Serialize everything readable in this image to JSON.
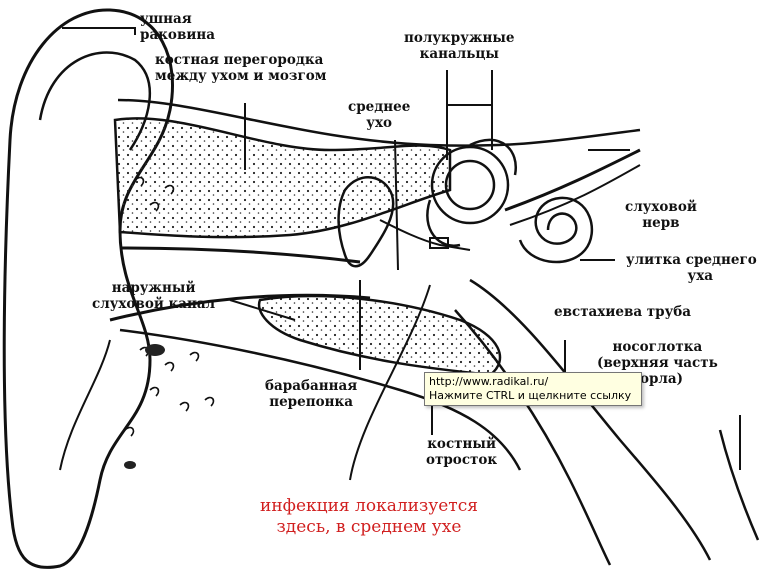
{
  "labels": {
    "auricle": [
      "ушная",
      "раковина"
    ],
    "septum": [
      "костная перегородка",
      "между ухом и мозгом"
    ],
    "canals": [
      "полукружные",
      "канальцы"
    ],
    "middle_ear": [
      "среднее",
      "ухо"
    ],
    "nerve": [
      "слуховой",
      "нерв"
    ],
    "cochlea": [
      "улитка среднего",
      "уха"
    ],
    "ear_canal": [
      "наружный",
      "слуховой канал"
    ],
    "eustachian": "евстахиева труба",
    "nasopharynx": [
      "носоглотка",
      "(верхняя часть",
      "горла)"
    ],
    "eardrum": [
      "барабанная",
      "перепонка"
    ],
    "mastoid": [
      "костный",
      "отросток"
    ]
  },
  "infection": [
    "инфекция локализуется",
    "здесь, в среднем ухе"
  ],
  "tooltip": {
    "url": "http://www.radikal.ru/",
    "hint": "Нажмите CTRL и щелкните ссылку"
  },
  "colors": {
    "ink": "#111111",
    "infection": "#d11f1f",
    "tooltip_bg": "#ffffe1"
  }
}
